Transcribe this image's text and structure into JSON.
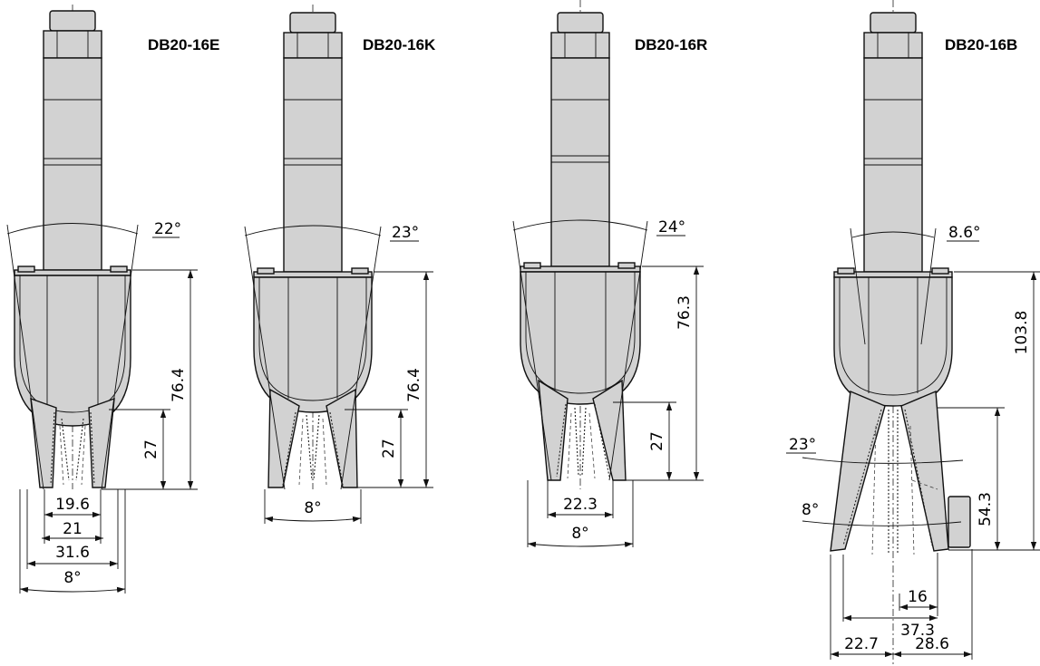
{
  "tools": [
    {
      "label": "DB20-16E",
      "angle_top": "22°",
      "height_total": "76.4",
      "height_jaw": "27",
      "widths": [
        "19.6",
        "21",
        "31.6"
      ],
      "angle_bottom": "8°"
    },
    {
      "label": "DB20-16K",
      "angle_top": "23°",
      "height_total": "76.4",
      "height_jaw": "27",
      "angle_bottom": "8°"
    },
    {
      "label": "DB20-16R",
      "angle_top": "24°",
      "height_total": "76.3",
      "height_jaw": "27",
      "width": "22.3",
      "angle_bottom": "8°"
    },
    {
      "label": "DB20-16B",
      "angle_top": "8.6°",
      "height_total": "103.8",
      "height_jaw": "54.3",
      "angle_jaw_side": "23°",
      "angle_jaw_low": "8°",
      "widths": [
        "16",
        "37.3"
      ],
      "width_left": "22.7",
      "width_right": "28.6"
    }
  ]
}
